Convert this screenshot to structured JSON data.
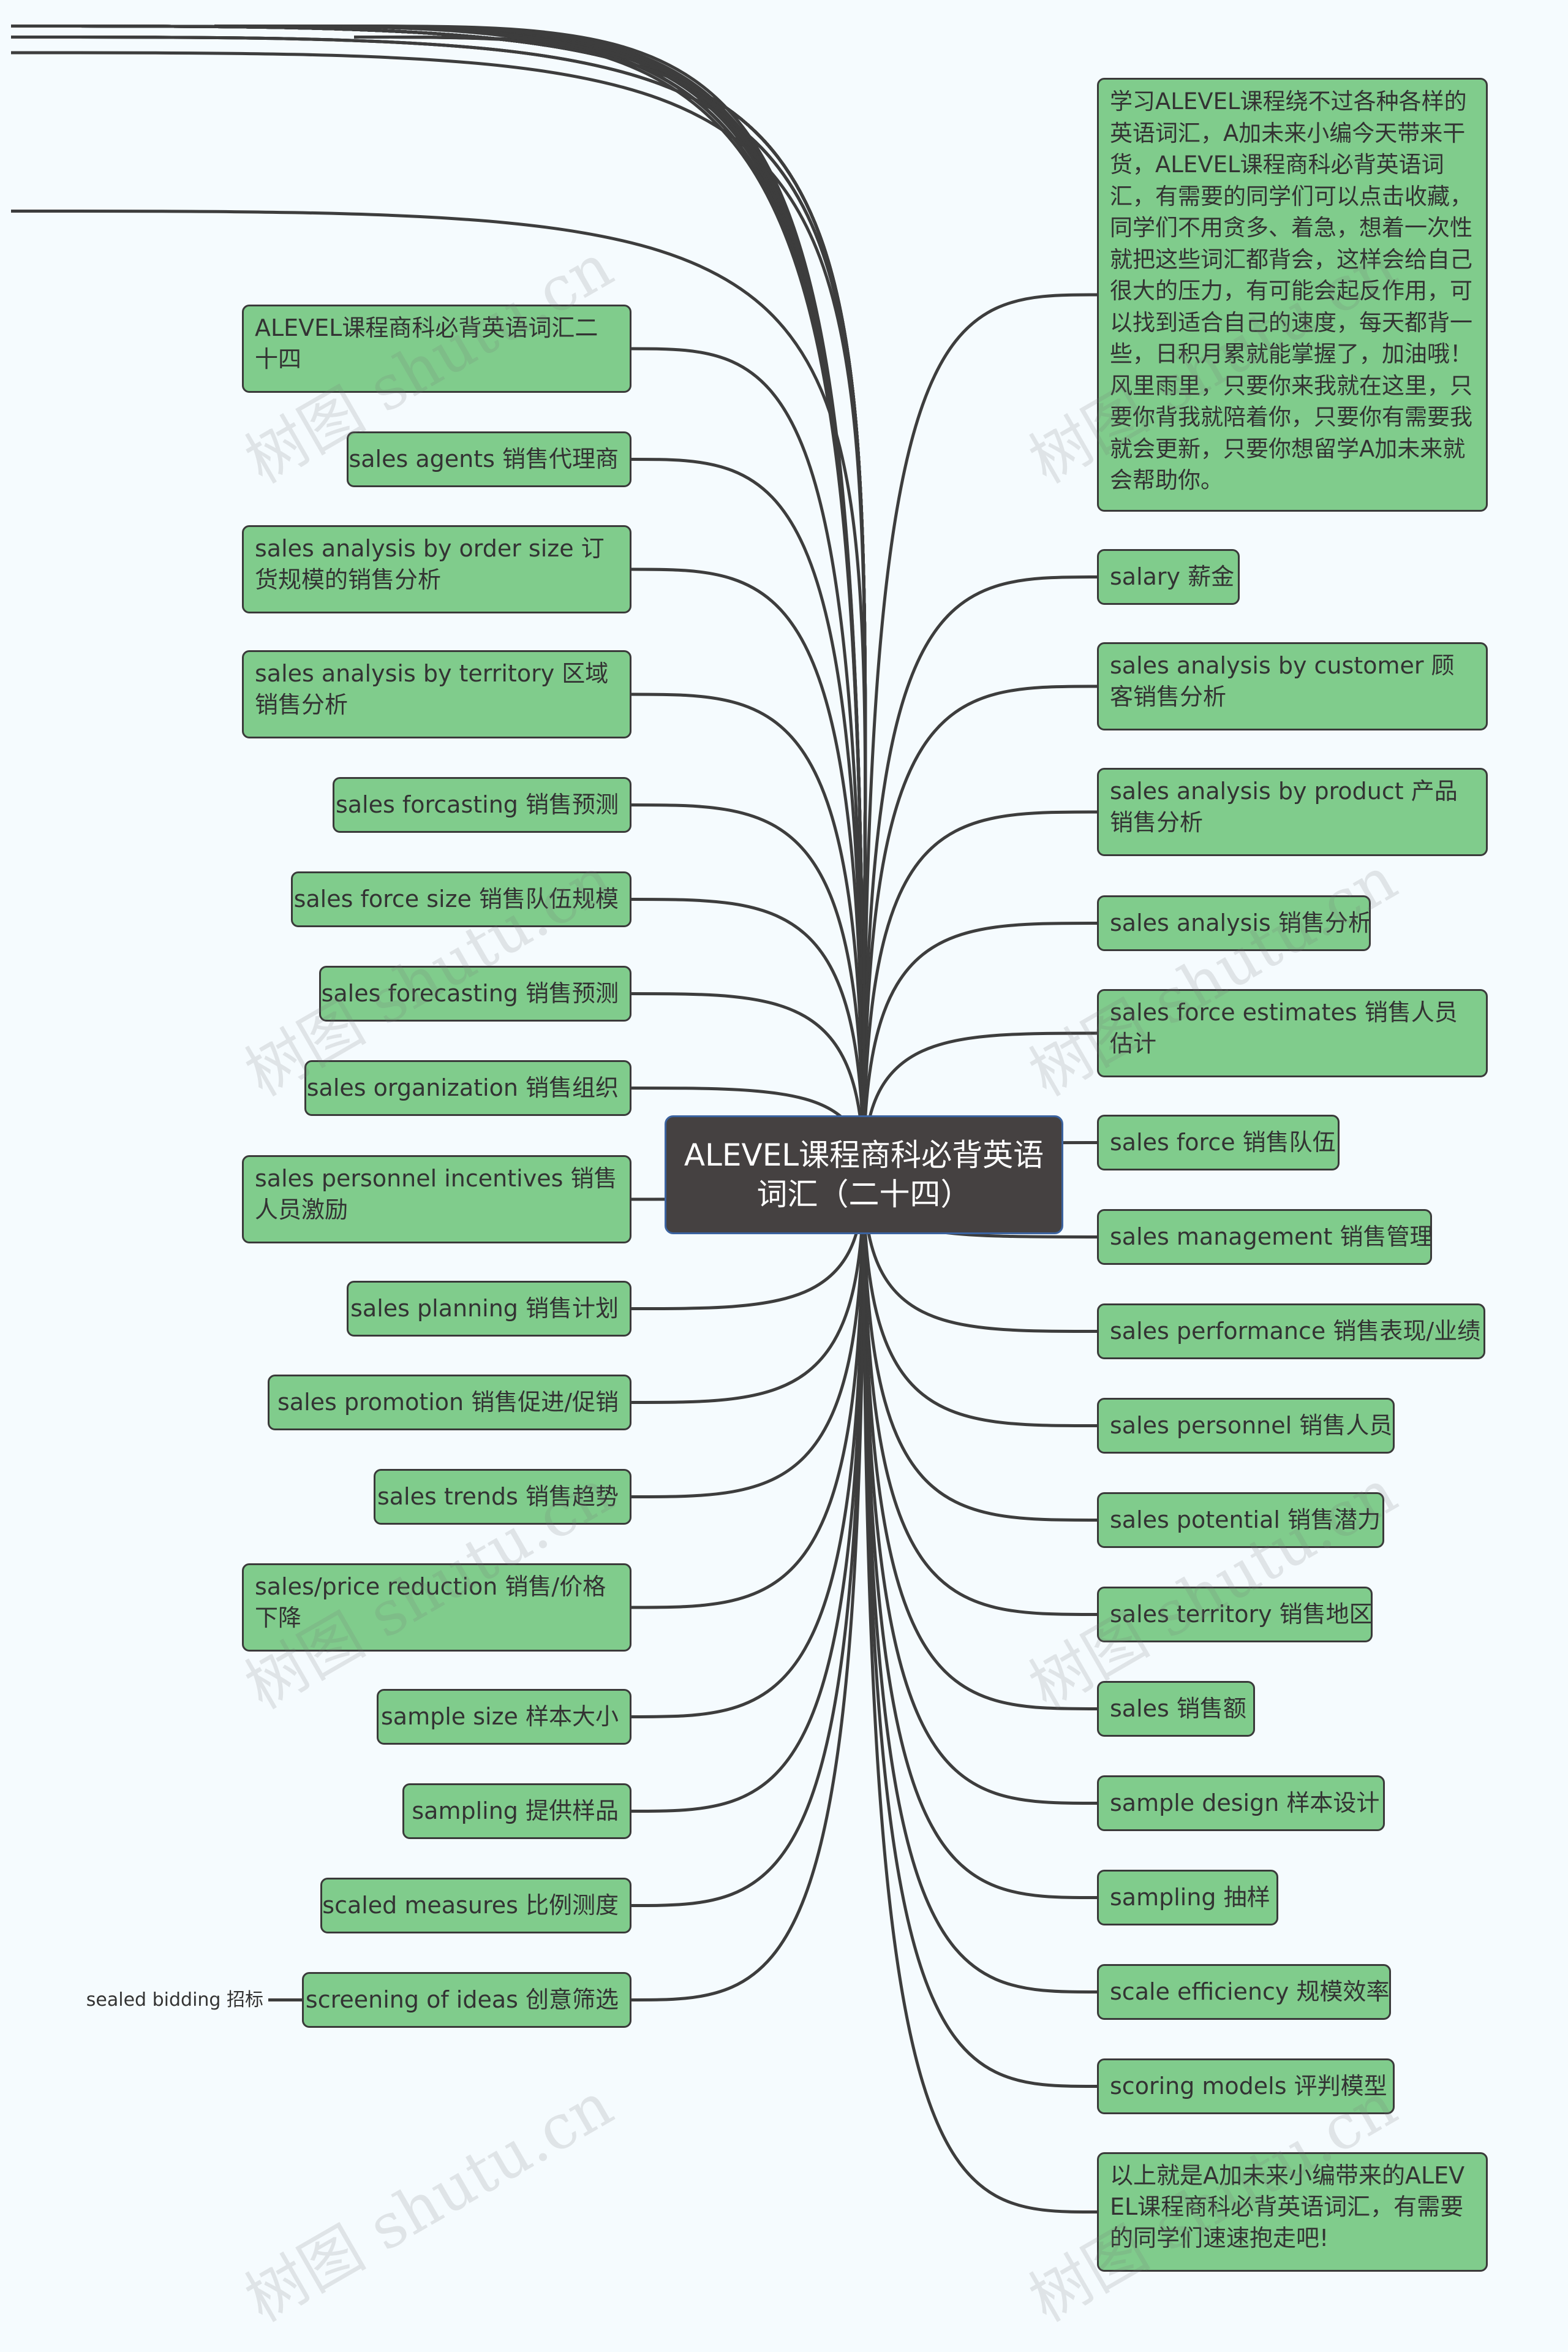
{
  "center": {
    "title": "ALEVEL课程商科必背英语词汇（二十四）"
  },
  "left_nodes": [
    "ALEVEL课程商科必背英语词汇二十四",
    "sales agents 销售代理商",
    "sales analysis by order size 订货规模的销售分析",
    "sales analysis by territory 区域销售分析",
    "sales forcasting 销售预测",
    "sales force size 销售队伍规模",
    "sales forecasting 销售预测",
    "sales organization 销售组织",
    "sales personnel incentives 销售人员激励",
    "sales planning 销售计划",
    "sales promotion 销售促进/促销",
    "sales trends 销售趋势",
    "sales/price reduction 销售/价格下降",
    "sample size 样本大小",
    "sampling 提供样品",
    "scaled measures 比例测度",
    "screening of ideas 创意筛选"
  ],
  "right_nodes": [
    "学习ALEVEL课程绕不过各种各样的英语词汇，A加未来小编今天带来干货，ALEVEL课程商科必背英语词汇，有需要的同学们可以点击收藏，同学们不用贪多、着急，想着一次性就把这些词汇都背会，这样会给自己很大的压力，有可能会起反作用，可以找到适合自己的速度，每天都背一些，日积月累就能掌握了，加油哦！风里雨里，只要你来我就在这里，只要你背我就陪着你，只要你有需要我就会更新，只要你想留学A加未来就会帮助你。",
    "salary 薪金",
    "sales analysis by customer 顾客销售分析",
    "sales analysis by product 产品销售分析",
    "sales analysis 销售分析",
    "sales force estimates 销售人员估计",
    "sales force 销售队伍",
    "sales management 销售管理",
    "sales performance 销售表现/业绩",
    "sales personnel 销售人员",
    "sales potential 销售潜力",
    "sales territory 销售地区",
    "sales 销售额",
    "sample design 样本设计",
    "sampling 抽样",
    "scale efficiency 规模效率",
    "scoring models 评判模型",
    "以上就是A加未来小编带来的ALEVEL课程商科必背英语词汇，有需要的同学们速速抱走吧!"
  ],
  "sub_node": "sealed bidding 招标",
  "watermark": "树图 shutu.cn"
}
